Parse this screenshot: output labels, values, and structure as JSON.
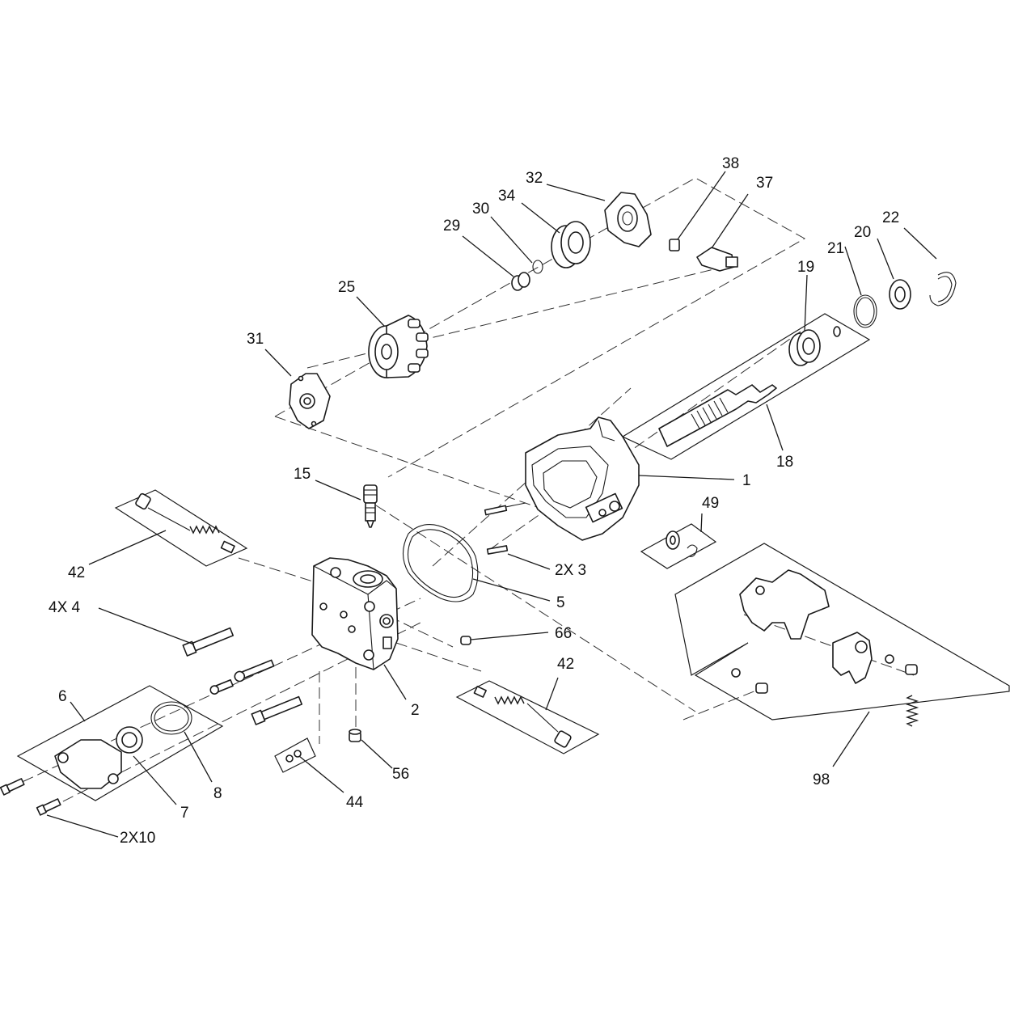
{
  "callouts": {
    "c1": "1",
    "c2": "2",
    "c2x3": "2X 3",
    "c4x4": "4X 4",
    "c5": "5",
    "c6": "6",
    "c7": "7",
    "c8": "8",
    "c15": "15",
    "c18": "18",
    "c19": "19",
    "c20": "20",
    "c21": "21",
    "c22": "22",
    "c25": "25",
    "c29": "29",
    "c30": "30",
    "c31": "31",
    "c32": "32",
    "c34": "34",
    "c37": "37",
    "c38": "38",
    "c42a": "42",
    "c42b": "42",
    "c44": "44",
    "c49": "49",
    "c56": "56",
    "c66": "66",
    "c98": "98",
    "c2x10": "2X10"
  }
}
